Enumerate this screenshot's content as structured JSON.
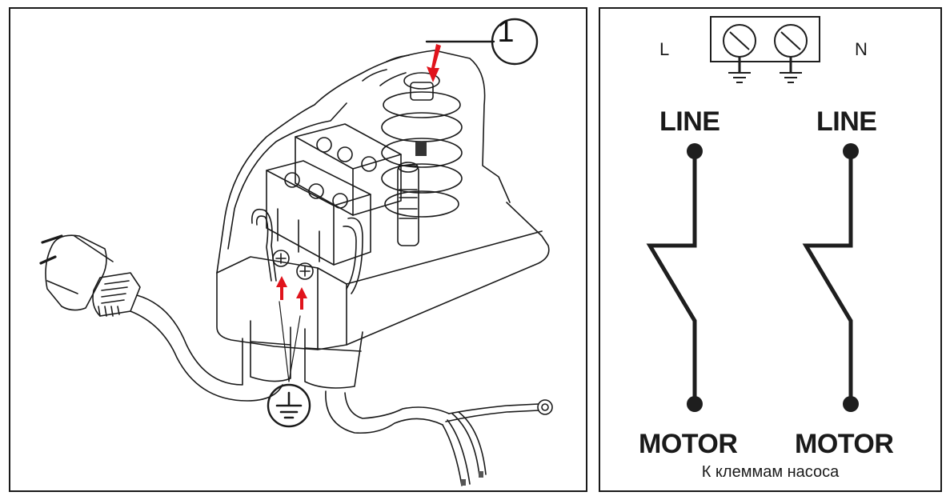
{
  "figure": {
    "left_panel": {
      "title": "Pressure switch wiring illustration",
      "callout_number": "1",
      "ground_symbol": "protective-earth-icon",
      "components": [
        "power-plug",
        "supply-cable",
        "terminal-block",
        "adjustment-spring",
        "adjustment-nut",
        "motor-cable",
        "ring-terminal"
      ],
      "accent_color": "#e0141c"
    },
    "right_panel": {
      "terminal_labels": {
        "left": "L",
        "right": "N"
      },
      "line_labels": [
        "LINE",
        "LINE"
      ],
      "motor_labels": [
        "MOTOR",
        "MOTOR"
      ],
      "note": "К клеммам насоса",
      "line_color": "#1e1e1e"
    }
  }
}
